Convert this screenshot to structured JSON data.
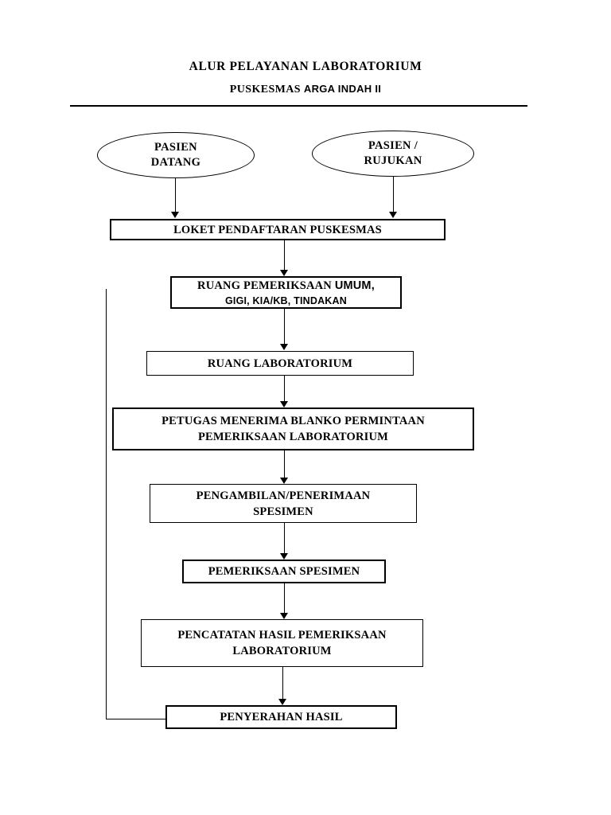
{
  "document": {
    "title_line1": "ALUR PELAYANAN LABORATORIUM",
    "title_line2_serif": "PUSKESMAS",
    "title_line2_sans": "ARGA INDAH II",
    "divider": "horizontal-rule"
  },
  "flowchart": {
    "type": "flowchart",
    "orientation": "top-to-bottom",
    "colors": {
      "stroke": "#000000",
      "fill": "#ffffff",
      "text": "#000000"
    },
    "nodes": [
      {
        "id": "pasien-datang",
        "shape": "ellipse",
        "line1": "PASIEN",
        "line2": "DATANG"
      },
      {
        "id": "pasien-rujukan",
        "shape": "ellipse",
        "line1": "PASIEN /",
        "line2": "RUJUKAN"
      },
      {
        "id": "loket-pendaftaran",
        "shape": "rectangle",
        "line1": "LOKET PENDAFTARAN PUSKESMAS"
      },
      {
        "id": "ruang-pemeriksaan-umum",
        "shape": "rectangle",
        "line1_serif": "RUANG PEMERIKSAAN ",
        "line1_sans": "UMUM,",
        "line2": "GIGI, KIA/KB, TINDAKAN"
      },
      {
        "id": "ruang-laboratorium",
        "shape": "rectangle",
        "line1": "RUANG LABORATORIUM"
      },
      {
        "id": "petugas-menerima-blanko",
        "shape": "rectangle",
        "line1": "PETUGAS MENERIMA BLANKO PERMINTAAN",
        "line2": "PEMERIKSAAN LABORATORIUM"
      },
      {
        "id": "pengambilan-penerimaan-spesimen",
        "shape": "rectangle",
        "line1": "PENGAMBILAN/PENERIMAAN",
        "line2": "SPESIMEN"
      },
      {
        "id": "pemeriksaan-spesimen",
        "shape": "rectangle",
        "line1": "PEMERIKSAAN SPESIMEN"
      },
      {
        "id": "pencatatan-hasil",
        "shape": "rectangle",
        "line1": "PENCATATAN HASIL PEMERIKSAAN",
        "line2": "LABORATORIUM"
      },
      {
        "id": "penyerahan-hasil",
        "shape": "rectangle",
        "line1": "PENYERAHAN HASIL"
      }
    ],
    "edges": [
      {
        "from": "pasien-datang",
        "to": "loket-pendaftaran",
        "arrow": true
      },
      {
        "from": "pasien-rujukan",
        "to": "loket-pendaftaran",
        "arrow": true
      },
      {
        "from": "loket-pendaftaran",
        "to": "ruang-pemeriksaan-umum",
        "arrow": true
      },
      {
        "from": "ruang-pemeriksaan-umum",
        "to": "ruang-laboratorium",
        "arrow": true
      },
      {
        "from": "ruang-laboratorium",
        "to": "petugas-menerima-blanko",
        "arrow": true
      },
      {
        "from": "petugas-menerima-blanko",
        "to": "pengambilan-penerimaan-spesimen",
        "arrow": true
      },
      {
        "from": "pengambilan-penerimaan-spesimen",
        "to": "pemeriksaan-spesimen",
        "arrow": true
      },
      {
        "from": "pemeriksaan-spesimen",
        "to": "pencatatan-hasil",
        "arrow": true
      },
      {
        "from": "pencatatan-hasil",
        "to": "penyerahan-hasil",
        "arrow": true
      },
      {
        "from": "penyerahan-hasil",
        "to": "ruang-pemeriksaan-umum",
        "arrow": false,
        "style": "feedback-loop-left"
      }
    ]
  }
}
